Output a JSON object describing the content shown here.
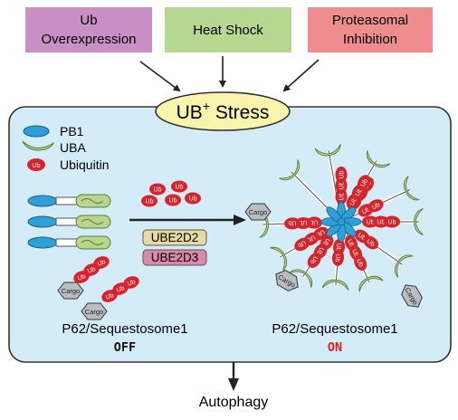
{
  "stressors": [
    {
      "id": "ub",
      "lines": [
        "Ub",
        "Overexpression"
      ],
      "color": "#c990c6"
    },
    {
      "id": "heat",
      "lines": [
        "Heat Shock"
      ],
      "color": "#b7d891"
    },
    {
      "id": "prot",
      "lines": [
        "Proteasomal",
        "Inhibition"
      ],
      "color": "#ef8c8d"
    }
  ],
  "stress": {
    "base": "UB",
    "sup": "+",
    "rest": " Stress",
    "color": "#f9f4ac"
  },
  "legend": {
    "pb1": {
      "label": "PB1",
      "color": "#2f9fd8"
    },
    "uba": {
      "label": "UBA",
      "color": "#b8d58e"
    },
    "ubiquitin": {
      "label": "Ubiquitin",
      "color": "#d9232a"
    }
  },
  "ub_text": "Ub",
  "cargo_text": "Cargo",
  "enzymes": [
    {
      "label": "UBE2D2",
      "color": "#e8d9a0"
    },
    {
      "label": "UBE2D3",
      "color": "#d98aa8"
    }
  ],
  "left_state": {
    "name": "P62/Sequestosome1",
    "status": "OFF",
    "status_color": "#111111"
  },
  "right_state": {
    "name": "P62/Sequestosome1",
    "status": "ON",
    "status_color": "#e01e24"
  },
  "outcome": "Autophagy",
  "panel_color": "#d4ecf7"
}
